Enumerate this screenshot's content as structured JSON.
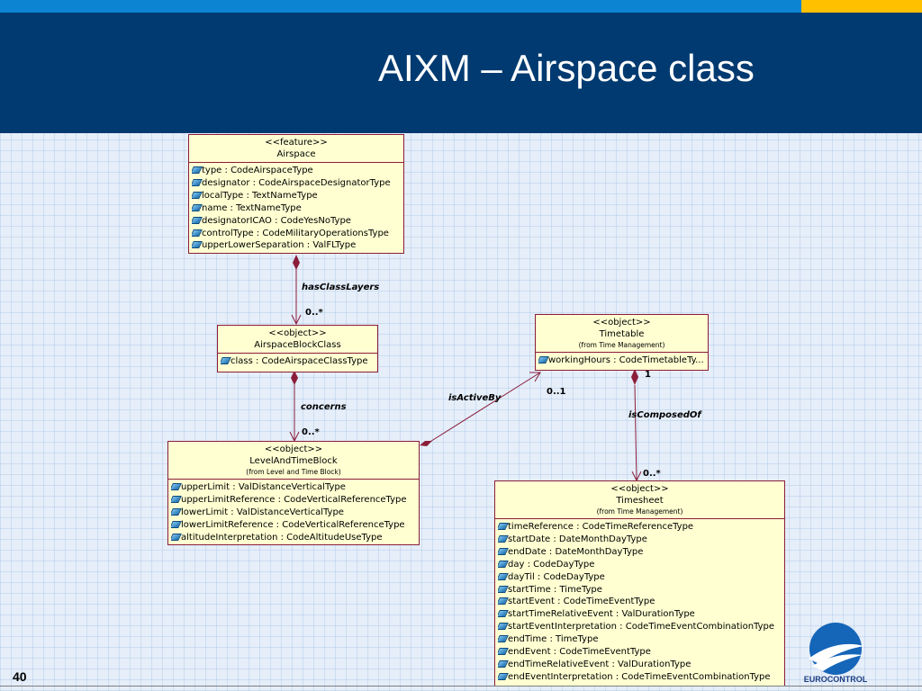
{
  "slide": {
    "title": "AIXM – Airspace class",
    "page_number": "40",
    "logo_text": "EUROCONTROL"
  },
  "classes": {
    "airspace": {
      "stereotype": "<<feature>>",
      "name": "Airspace",
      "attrs": [
        "type : CodeAirspaceType",
        "designator : CodeAirspaceDesignatorType",
        "localType : TextNameType",
        "name : TextNameType",
        "designatorICAO : CodeYesNoType",
        "controlType : CodeMilitaryOperationsType",
        "upperLowerSeparation : ValFLType"
      ]
    },
    "block": {
      "stereotype": "<<object>>",
      "name": "AirspaceBlockClass",
      "attrs": [
        "class : CodeAirspaceClassType"
      ]
    },
    "timetable": {
      "stereotype": "<<object>>",
      "name": "Timetable",
      "from": "(from Time Management)",
      "attrs": [
        "workingHours : CodeTimetableTy..."
      ]
    },
    "level": {
      "stereotype": "<<object>>",
      "name": "LevelAndTimeBlock",
      "from": "(from Level and Time Block)",
      "attrs": [
        "upperLimit : ValDistanceVerticalType",
        "upperLimitReference : CodeVerticalReferenceType",
        "lowerLimit : ValDistanceVerticalType",
        "lowerLimitReference : CodeVerticalReferenceType",
        "altitudeInterpretation : CodeAltitudeUseType"
      ]
    },
    "timesheet": {
      "stereotype": "<<object>>",
      "name": "Timesheet",
      "from": "(from Time Management)",
      "attrs": [
        "timeReference : CodeTimeReferenceType",
        "startDate : DateMonthDayType",
        "endDate : DateMonthDayType",
        "day : CodeDayType",
        "dayTil : CodeDayType",
        "startTime : TimeType",
        "startEvent : CodeTimeEventType",
        "startTimeRelativeEvent : ValDurationType",
        "startEventInterpretation : CodeTimeEventCombinationType",
        "endTime : TimeType",
        "endEvent : CodeTimeEventType",
        "endTimeRelativeEvent : ValDurationType",
        "endEventInterpretation : CodeTimeEventCombinationType"
      ]
    }
  },
  "associations": {
    "has_class_layers": {
      "label": "hasClassLayers",
      "mult": "0..*"
    },
    "concerns": {
      "label": "concerns",
      "mult": "0..*"
    },
    "is_active_by": {
      "label": "isActiveBy",
      "mult": "0..1"
    },
    "is_composed_of": {
      "label": "isComposedOf",
      "mult_source": "1",
      "mult_target": "0..*"
    }
  },
  "colors": {
    "header_bg": "#003a70",
    "top_stripe": "#0d84d2",
    "top_accent": "#ffc000",
    "class_fill": "#ffffd2",
    "class_border": "#8b1d3a",
    "link": "#8b1d3a"
  }
}
